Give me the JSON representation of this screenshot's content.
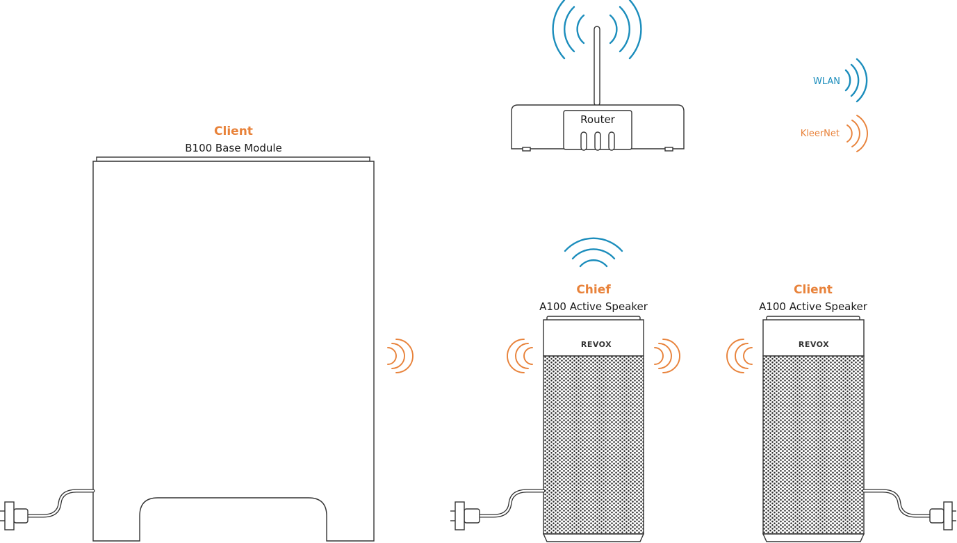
{
  "colors": {
    "wlan": "#1b8dbc",
    "kleernet": "#e8823a",
    "outline": "#333333",
    "text": "#1a1a1a"
  },
  "router": {
    "label": "Router"
  },
  "legend": {
    "wlan": "WLAN",
    "kleernet": "KleerNet"
  },
  "base_module": {
    "role": "Client",
    "model": "B100 Base Module"
  },
  "speaker_chief": {
    "role": "Chief",
    "model": "A100 Active Speaker",
    "brand": "REVOX"
  },
  "speaker_client": {
    "role": "Client",
    "model": "A100 Active Speaker",
    "brand": "REVOX"
  }
}
